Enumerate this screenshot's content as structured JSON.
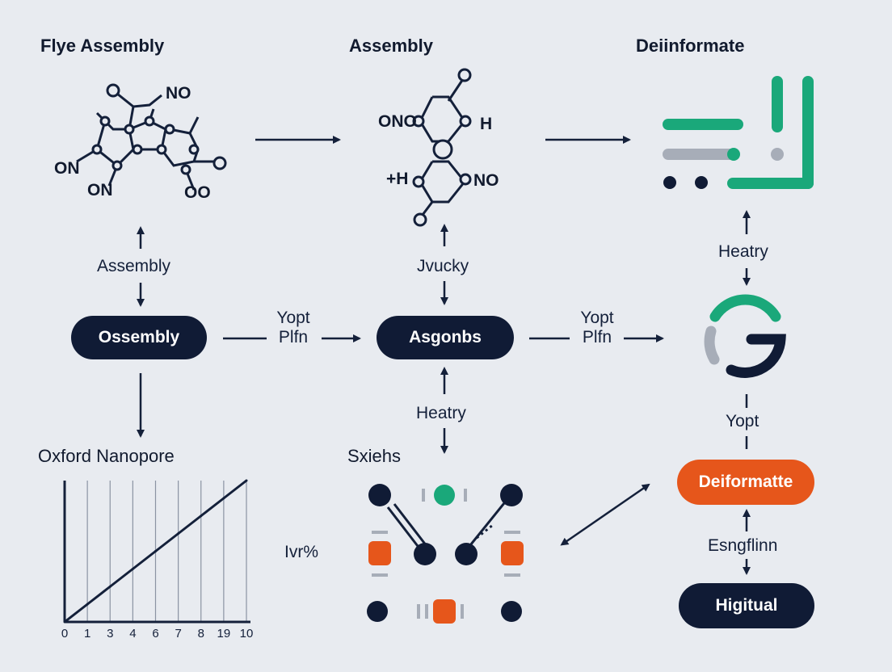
{
  "titles": {
    "left": "Flye Assembly",
    "middle": "Assembly",
    "right": "Deiinformate",
    "chart": "Oxford Nanopore",
    "grid": "Sxiehs"
  },
  "molecule1_labels": {
    "no_top": "NO",
    "on_left": "ON",
    "on_bottom": "ON",
    "oo": "OO"
  },
  "molecule2_labels": {
    "ono": "ONO",
    "h_right": "H",
    "h_left": "+H",
    "no_right": "NO"
  },
  "connector_labels": {
    "left_vertical": "Assembly",
    "middle_vertical": "Jvucky",
    "right_vertical": "Heatry",
    "h_arrow_1": [
      "Yopt",
      "Plfn"
    ],
    "h_arrow_2": [
      "Yopt",
      "Plfn"
    ],
    "middle_lower_vertical": "Heatry",
    "right_lower_vertical": "Yopt",
    "right_bottom_vertical": "Esngflinn",
    "chart_side": "Ivr%"
  },
  "pills": {
    "left": "Ossembly",
    "middle": "Asgonbs",
    "right_orange": "Deiformatte",
    "right_bottom": "Higitual"
  },
  "colors": {
    "navy": "#101b35",
    "green": "#1aa87a",
    "orange": "#e6561b",
    "gray": "#a7adb8",
    "background": "#e8ebf0"
  },
  "chart_data": {
    "type": "line",
    "title": "Oxford Nanopore",
    "x_tick_labels": [
      "0",
      "1",
      "3",
      "4",
      "6",
      "7",
      "8",
      "19",
      "10"
    ],
    "series": [
      {
        "values": [
          0,
          1,
          2,
          3,
          4,
          5,
          6,
          7,
          8
        ]
      }
    ],
    "ylim": [
      0,
      8
    ],
    "grid": "vertical"
  }
}
